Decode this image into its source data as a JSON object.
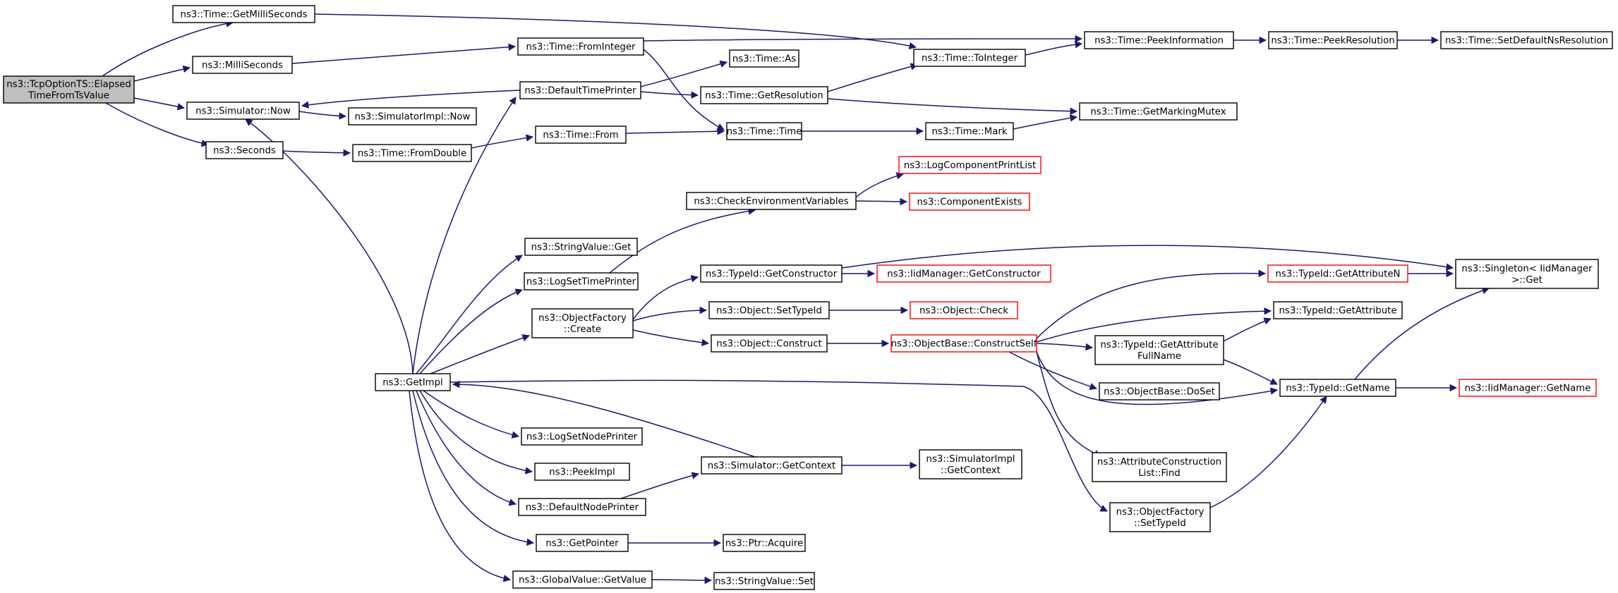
{
  "colors": {
    "edge": "#191970",
    "truncated_border": "#ff0000",
    "root_fill": "#bfbfbf",
    "normal_border": "#000000"
  },
  "nodes": [
    {
      "id": "root",
      "label": "ns3::TcpOptionTS::Elapsed\nTimeFromTsValue",
      "kind": "root"
    },
    {
      "id": "getmilli",
      "label": "ns3::Time::GetMilliSeconds"
    },
    {
      "id": "millisec",
      "label": "ns3::MilliSeconds"
    },
    {
      "id": "simnow",
      "label": "ns3::Simulator::Now"
    },
    {
      "id": "seconds",
      "label": "ns3::Seconds"
    },
    {
      "id": "simimplnow",
      "label": "ns3::SimulatorImpl::Now"
    },
    {
      "id": "fromdouble",
      "label": "ns3::Time::FromDouble"
    },
    {
      "id": "frominteger",
      "label": "ns3::Time::FromInteger"
    },
    {
      "id": "defprinter",
      "label": "ns3::DefaultTimePrinter"
    },
    {
      "id": "timefrom",
      "label": "ns3::Time::From"
    },
    {
      "id": "timeas",
      "label": "ns3::Time::As"
    },
    {
      "id": "getres",
      "label": "ns3::Time::GetResolution"
    },
    {
      "id": "timetime",
      "label": "ns3::Time::Time"
    },
    {
      "id": "tointeger",
      "label": "ns3::Time::ToInteger"
    },
    {
      "id": "timemark",
      "label": "ns3::Time::Mark"
    },
    {
      "id": "peekinfo",
      "label": "ns3::Time::PeekInformation"
    },
    {
      "id": "getmarking",
      "label": "ns3::Time::GetMarkingMutex"
    },
    {
      "id": "peekres",
      "label": "ns3::Time::PeekResolution"
    },
    {
      "id": "setdefres",
      "label": "ns3::Time::SetDefaultNsResolution"
    },
    {
      "id": "logcomplist",
      "label": "ns3::LogComponentPrintList",
      "kind": "truncated"
    },
    {
      "id": "checkenv",
      "label": "ns3::CheckEnvironmentVariables"
    },
    {
      "id": "compexists",
      "label": "ns3::ComponentExists",
      "kind": "truncated"
    },
    {
      "id": "strget",
      "label": "ns3::StringValue::Get"
    },
    {
      "id": "logsettime",
      "label": "ns3::LogSetTimePrinter"
    },
    {
      "id": "getctor",
      "label": "ns3::TypeId::GetConstructor"
    },
    {
      "id": "iidgetctor",
      "label": "ns3::IidManager::GetConstructor",
      "kind": "truncated"
    },
    {
      "id": "singleton",
      "label": "ns3::Singleton< IidManager\n>::Get"
    },
    {
      "id": "getattrn",
      "label": "ns3::TypeId::GetAttributeN",
      "kind": "truncated"
    },
    {
      "id": "objfactcreate",
      "label": "ns3::ObjectFactory\n::Create"
    },
    {
      "id": "settypeid",
      "label": "ns3::Object::SetTypeId"
    },
    {
      "id": "objcheck",
      "label": "ns3::Object::Check",
      "kind": "truncated"
    },
    {
      "id": "getattr",
      "label": "ns3::TypeId::GetAttribute"
    },
    {
      "id": "objconstruct",
      "label": "ns3::Object::Construct"
    },
    {
      "id": "constructself",
      "label": "ns3::ObjectBase::ConstructSelf",
      "kind": "truncated"
    },
    {
      "id": "getattrfull",
      "label": "ns3::TypeId::GetAttribute\nFullName"
    },
    {
      "id": "getimpl",
      "label": "ns3::GetImpl"
    },
    {
      "id": "doset",
      "label": "ns3::ObjectBase::DoSet"
    },
    {
      "id": "getname",
      "label": "ns3::TypeId::GetName"
    },
    {
      "id": "iidgetname",
      "label": "ns3::IidManager::GetName",
      "kind": "truncated"
    },
    {
      "id": "logsetnode",
      "label": "ns3::LogSetNodePrinter"
    },
    {
      "id": "simgetctx",
      "label": "ns3::Simulator::GetContext"
    },
    {
      "id": "simimplctx",
      "label": "ns3::SimulatorImpl\n::GetContext"
    },
    {
      "id": "attrfind",
      "label": "ns3::AttributeConstruction\nList::Find"
    },
    {
      "id": "peekimpl",
      "label": "ns3::PeekImpl"
    },
    {
      "id": "defnodeprinter",
      "label": "ns3::DefaultNodePrinter"
    },
    {
      "id": "factsettypeid",
      "label": "ns3::ObjectFactory\n::SetTypeId"
    },
    {
      "id": "getpointer",
      "label": "ns3::GetPointer"
    },
    {
      "id": "ptracquire",
      "label": "ns3::Ptr::Acquire"
    },
    {
      "id": "globalget",
      "label": "ns3::GlobalValue::GetValue"
    },
    {
      "id": "strset",
      "label": "ns3::StringValue::Set"
    }
  ]
}
